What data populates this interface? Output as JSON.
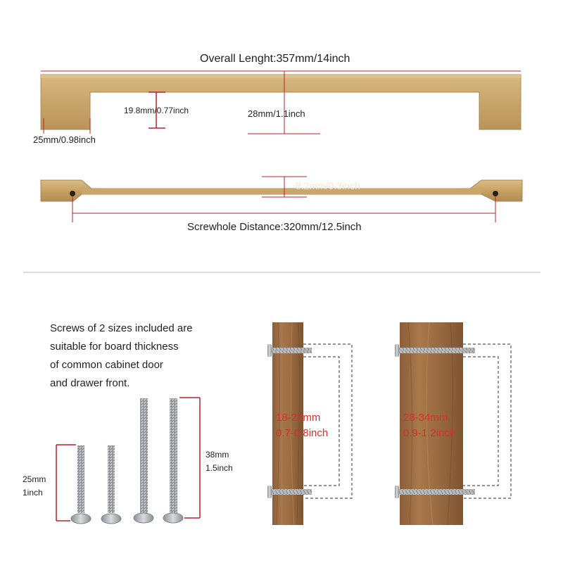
{
  "colors": {
    "gold": "#c8a56a",
    "gold_dark": "#b08a4c",
    "gold_light": "#dcc08a",
    "dimension_line": "#b8232a",
    "board_wood": "#9a6b42",
    "screw_silver": "#b9bcbf",
    "dashed": "#555555",
    "divider": "#bbbbbb"
  },
  "handle_top": {
    "overall_length": "Overall Lenght:357mm/14inch",
    "inner_height": "19.8mm/0.77inch",
    "projection": "28mm/1.1inch",
    "leg_width": "25mm/0.98inch"
  },
  "handle_side": {
    "bar_thickness": "8.2mm/0.3inch",
    "screwhole_distance": "Screwhole Distance:320mm/12.5inch"
  },
  "description": {
    "lines": [
      "Screws of 2 sizes included are",
      "suitable for board thickness",
      "of common cabinet door",
      "and drawer front."
    ]
  },
  "screws": {
    "short": {
      "line1": "25mm",
      "line2": "1inch",
      "icon": "short-screw-icon"
    },
    "long": {
      "line1": "38mm",
      "line2": "1.5inch",
      "icon": "long-screw-icon"
    }
  },
  "boards": [
    {
      "range_mm": "18-20mm",
      "range_inch": "0.7-0.8inch",
      "icon": "wood-board-icon"
    },
    {
      "range_mm": "28-34mm",
      "range_inch": "0.9-1.2inch",
      "icon": "wood-board-icon"
    }
  ]
}
